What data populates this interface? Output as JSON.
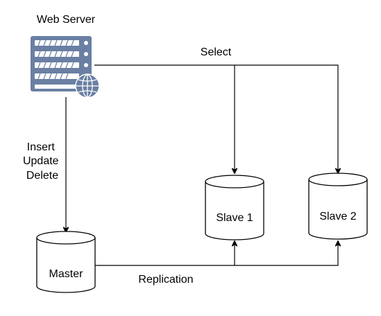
{
  "nodes": {
    "web_server": {
      "label": "Web Server"
    },
    "master": {
      "label": "Master"
    },
    "slave1": {
      "label": "Slave 1"
    },
    "slave2": {
      "label": "Slave 2"
    }
  },
  "edges": {
    "select": {
      "label": "Select"
    },
    "write": {
      "label_lines": [
        "Insert",
        "Update",
        "Delete"
      ]
    },
    "replication": {
      "label": "Replication"
    }
  },
  "colors": {
    "server_body": "#6a7fa3",
    "server_slot": "#ffffff",
    "globe": "#6a7fa3",
    "stroke": "#000000"
  }
}
